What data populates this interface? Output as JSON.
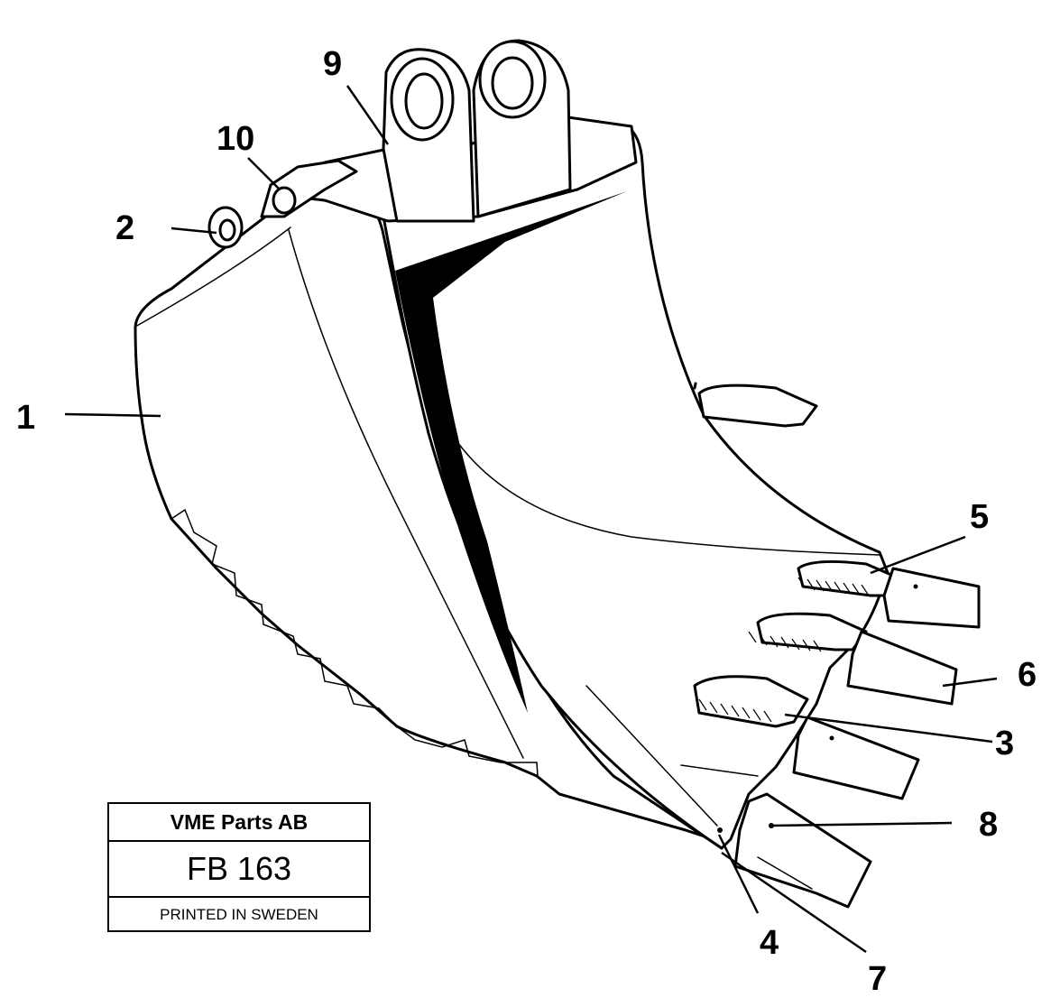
{
  "diagram": {
    "subject": "excavator-bucket-exploded-callout-drawing",
    "callouts": [
      {
        "id": "callout-1",
        "number": "1"
      },
      {
        "id": "callout-2",
        "number": "2"
      },
      {
        "id": "callout-3",
        "number": "3"
      },
      {
        "id": "callout-4",
        "number": "4"
      },
      {
        "id": "callout-5",
        "number": "5"
      },
      {
        "id": "callout-6",
        "number": "6"
      },
      {
        "id": "callout-7",
        "number": "7"
      },
      {
        "id": "callout-8",
        "number": "8"
      },
      {
        "id": "callout-9",
        "number": "9"
      },
      {
        "id": "callout-10",
        "number": "10"
      }
    ]
  },
  "title_block": {
    "company": "VME Parts AB",
    "drawing_code": "FB 163",
    "printed": "PRINTED IN SWEDEN"
  },
  "colors": {
    "ink": "#000000",
    "paper": "#ffffff"
  }
}
